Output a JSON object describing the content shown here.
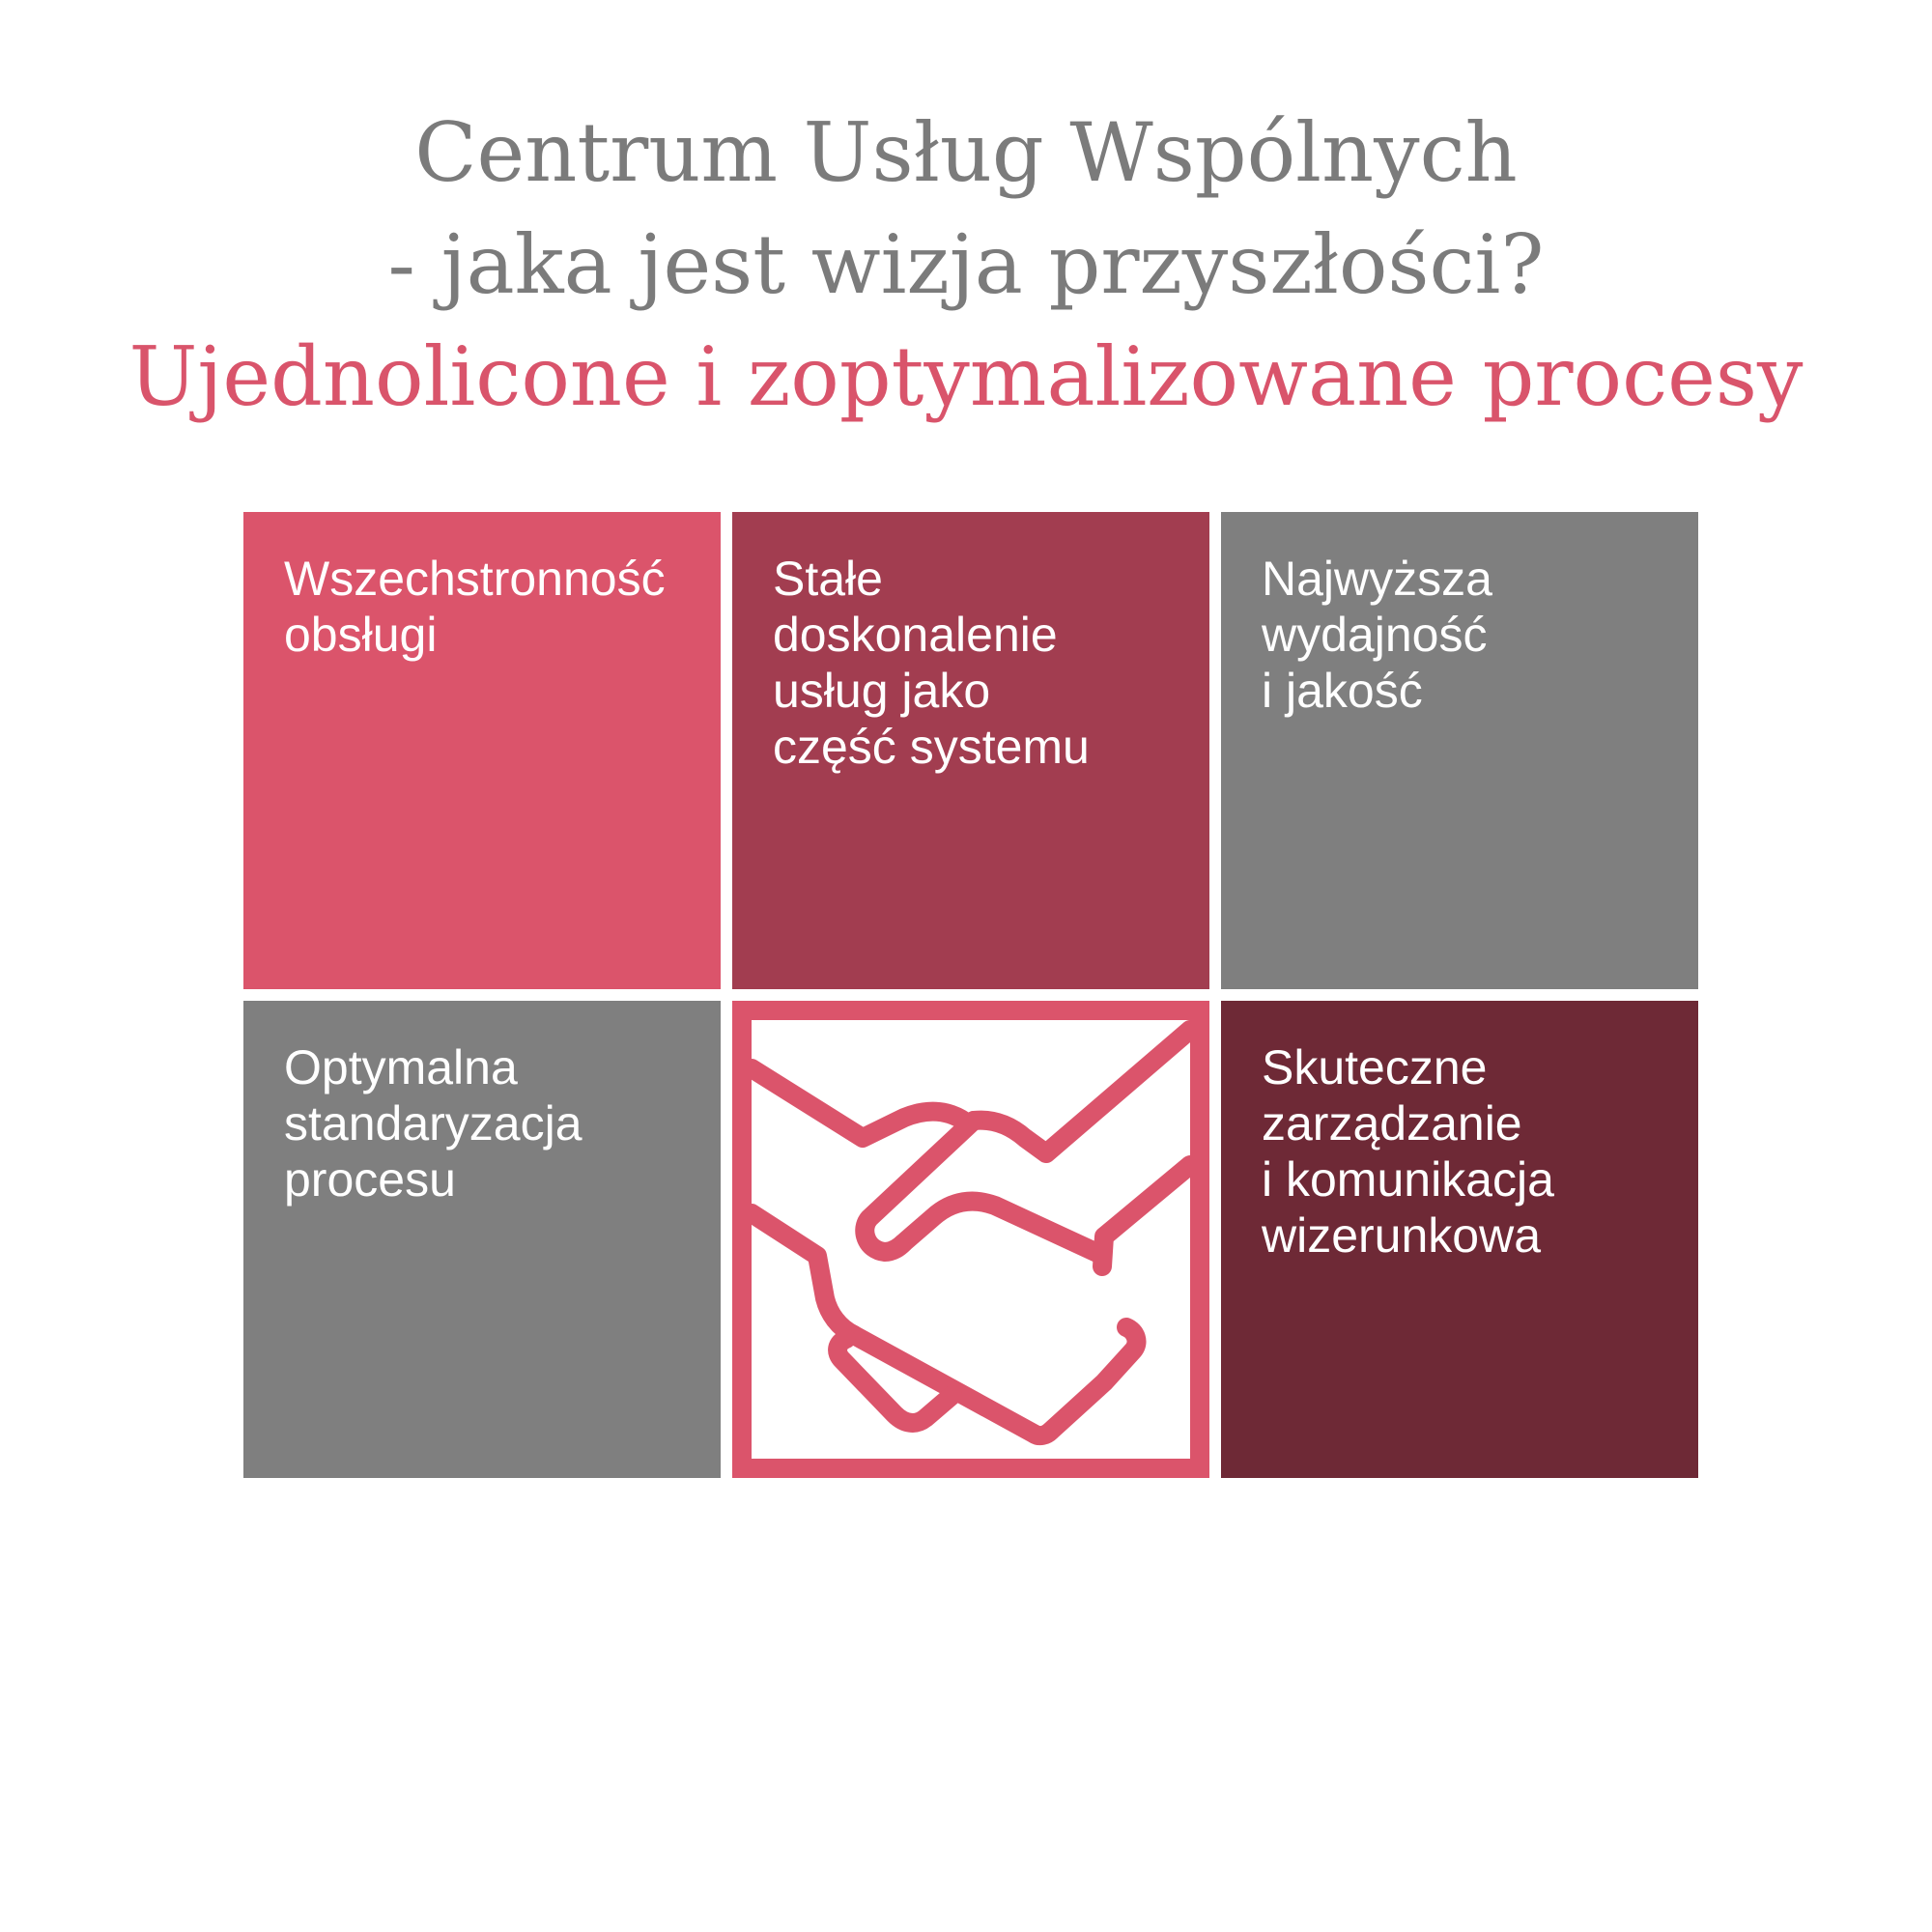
{
  "header": {
    "line1": "Centrum Usług Wspólnych",
    "line2": "- jaka jest wizja przyszłości?",
    "line3": "Ujednolicone i zoptymalizowane procesy"
  },
  "tiles": [
    {
      "label": "Wszechstronność\nobsługi",
      "color": "#db546b"
    },
    {
      "label": "Stałe\ndoskonalenie\nusług jako\nczęść systemu",
      "color": "#a23d50"
    },
    {
      "label": "Najwyższa\nwydajność\ni jakość",
      "color": "#7f7f7f"
    },
    {
      "label": "Optymalna\nstandaryzacja\nprocesu",
      "color": "#7f7f7f"
    },
    {
      "label": "Skuteczne\nzarządzanie\ni komunikacja\nwizerunkowa",
      "color": "#6e2936"
    }
  ],
  "icon": {
    "name": "handshake-icon",
    "color": "#db546b"
  },
  "colors": {
    "title_gray": "#7b7b7b",
    "title_accent": "#d9546b"
  }
}
